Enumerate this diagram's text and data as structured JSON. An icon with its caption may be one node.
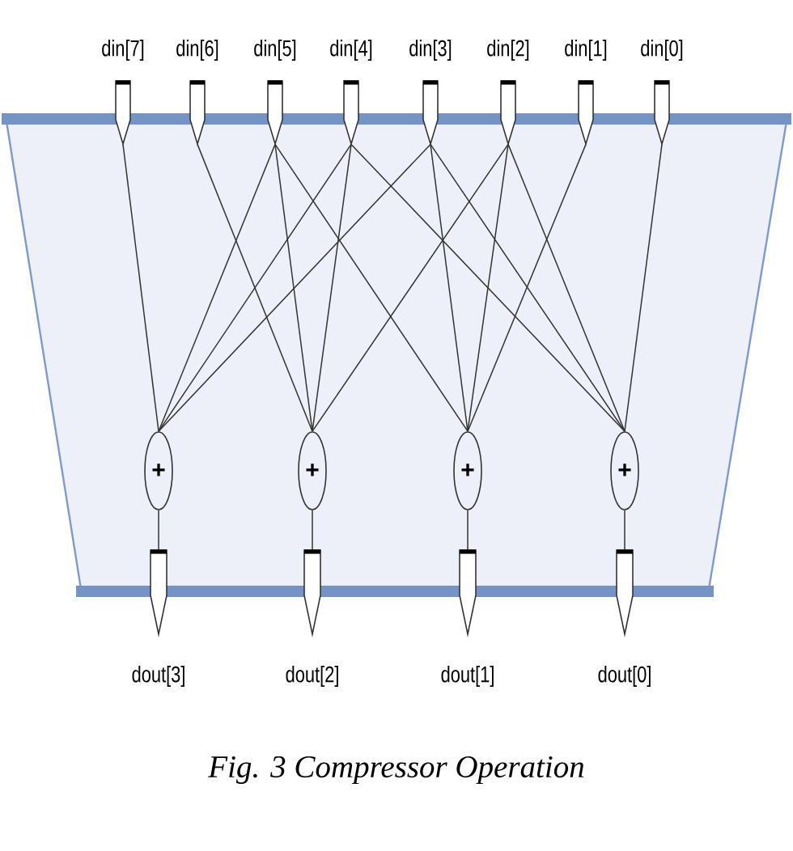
{
  "diagram": {
    "caption": "Fig. 3 Compressor Operation",
    "nodes": [
      {
        "text": [
          "din[7]"
        ]
      },
      {
        "text": [
          "din[6]"
        ]
      },
      {
        "text": [
          "din[5]"
        ]
      },
      {
        "text": [
          "din[4]"
        ]
      },
      {
        "text": [
          "din[3]"
        ]
      },
      {
        "text": [
          "din[2]"
        ]
      },
      {
        "text": [
          "din[1]"
        ]
      },
      {
        "text": [
          "din[0]"
        ]
      },
      {
        "text": [],
        "shape": "trapezoid"
      },
      {
        "text": [
          "+"
        ],
        "in": 8
      },
      {
        "text": [
          "+"
        ],
        "in": 8
      },
      {
        "text": [
          "+"
        ],
        "in": 8
      },
      {
        "text": [
          "+"
        ],
        "in": 8
      },
      {
        "text": [
          "dout[3]"
        ]
      },
      {
        "text": [
          "dout[2]"
        ]
      },
      {
        "text": [
          "dout[1]"
        ]
      },
      {
        "text": [
          "dout[0]"
        ]
      }
    ],
    "edges": [
      {
        "from": 0,
        "to": 9,
        "arrow": "none"
      },
      {
        "from": 2,
        "to": 9,
        "arrow": "none"
      },
      {
        "from": 3,
        "to": 9,
        "arrow": "none"
      },
      {
        "from": 4,
        "to": 9,
        "arrow": "none"
      },
      {
        "from": 1,
        "to": 10,
        "arrow": "none"
      },
      {
        "from": 2,
        "to": 10,
        "arrow": "none"
      },
      {
        "from": 3,
        "to": 10,
        "arrow": "none"
      },
      {
        "from": 5,
        "to": 10,
        "arrow": "none"
      },
      {
        "from": 2,
        "to": 11,
        "arrow": "none"
      },
      {
        "from": 4,
        "to": 11,
        "arrow": "none"
      },
      {
        "from": 5,
        "to": 11,
        "arrow": "none"
      },
      {
        "from": 6,
        "to": 11,
        "arrow": "none"
      },
      {
        "from": 3,
        "to": 12,
        "arrow": "none"
      },
      {
        "from": 4,
        "to": 12,
        "arrow": "none"
      },
      {
        "from": 5,
        "to": 12,
        "arrow": "none"
      },
      {
        "from": 7,
        "to": 12,
        "arrow": "none"
      },
      {
        "from": 9,
        "to": 13,
        "arrow": "none"
      },
      {
        "from": 10,
        "to": 14,
        "arrow": "none"
      },
      {
        "from": 11,
        "to": 15,
        "arrow": "none"
      },
      {
        "from": 12,
        "to": 16,
        "arrow": "none"
      }
    ]
  }
}
